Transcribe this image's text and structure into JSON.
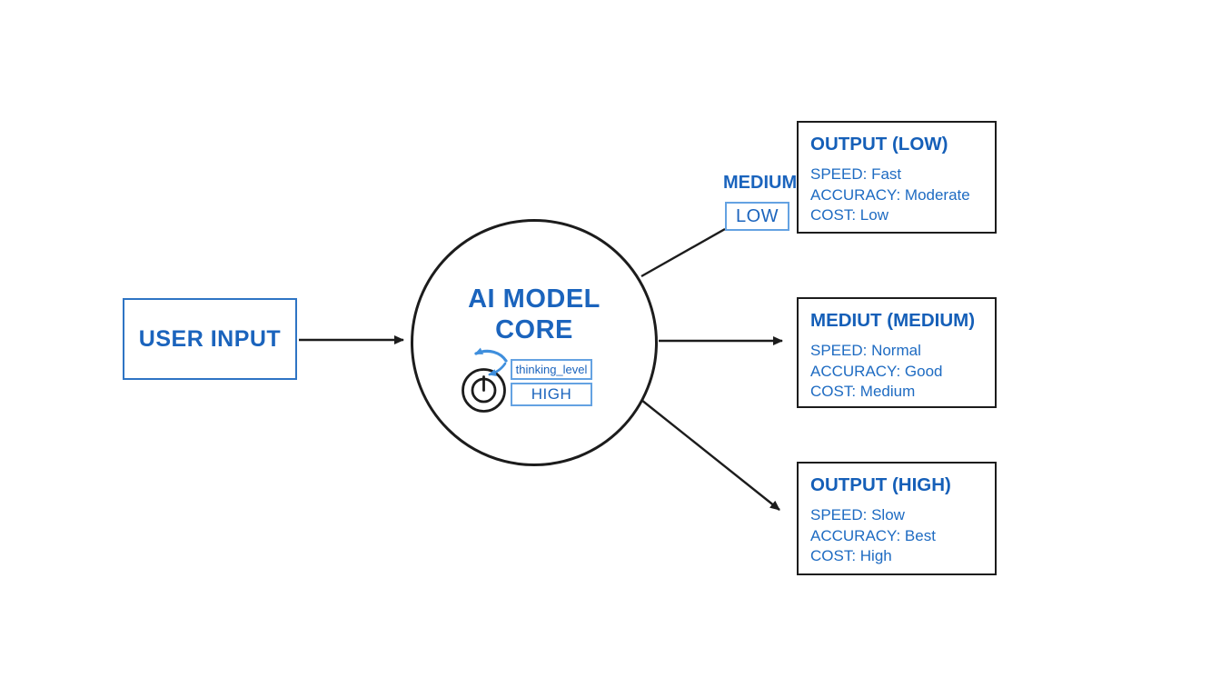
{
  "colors": {
    "text_blue": "#1b64bd",
    "title_blue": "#155fb8",
    "body_blue": "#1e6bc2",
    "input_box_border": "#2e74c4",
    "light_blue_border": "#64a2e2",
    "line_black": "#1c1c1c",
    "arrow_blue": "#3f8fdd",
    "background": "#ffffff"
  },
  "icons": {
    "dial": "rotary-dial-knob-icon",
    "rotate_arrow": "rotate-counterclockwise-arrow-icon"
  },
  "nodes": {
    "user_input": {
      "label": "USER INPUT"
    },
    "core": {
      "title_line1": "AI MODEL",
      "title_line2": "CORE",
      "dial": {
        "param_label": "thinking_level",
        "param_value": "HIGH"
      }
    },
    "branch_label": "MEDIUM",
    "branch_tag": "LOW"
  },
  "outputs": [
    {
      "title": "OUTPUT (LOW)",
      "lines": [
        "SPEED: Fast",
        "ACCURACY: Moderate",
        "COST: Low"
      ]
    },
    {
      "title": "MEDIUT (MEDIUM)",
      "lines": [
        "SPEED: Normal",
        "ACCURACY: Good",
        "COST: Medium"
      ]
    },
    {
      "title": "OUTPUT (HIGH)",
      "lines": [
        "SPEED: Slow",
        "ACCURACY: Best",
        "COST: High"
      ]
    }
  ]
}
